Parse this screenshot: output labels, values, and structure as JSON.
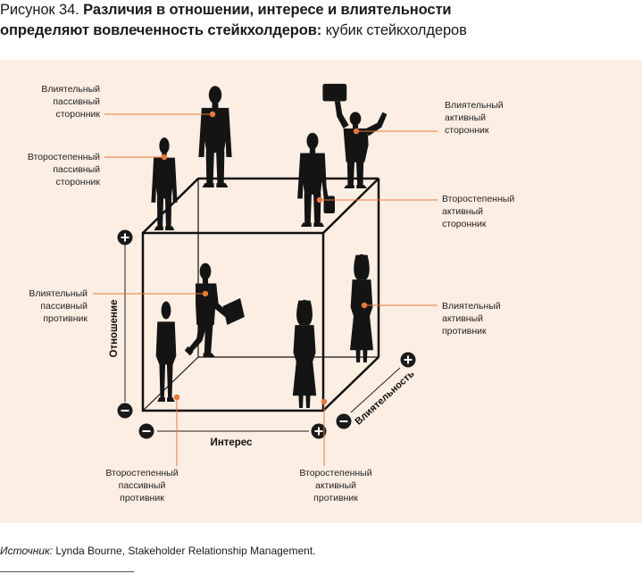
{
  "caption": {
    "prefix": "Рисунок 34. ",
    "bold": "Различия в отношении, интересе и влиятельности определяют вовлеченность стейкхолдеров:",
    "rest": " кубик стейкхолдеров"
  },
  "axes": {
    "attitude": "Отношение",
    "interest": "Интерес",
    "influence": "Влиятельность",
    "plus": "+",
    "minus": "−"
  },
  "labels": {
    "infl_passive_supporter": [
      "Влиятельный",
      "пассивный",
      "сторонник"
    ],
    "sec_passive_supporter": [
      "Второстепенный",
      "пассивный",
      "сторонник"
    ],
    "infl_active_supporter": [
      "Влиятельный",
      "активный",
      "сторонник"
    ],
    "sec_active_supporter": [
      "Второстепенный",
      "активный",
      "сторонник"
    ],
    "infl_passive_opponent": [
      "Влиятельный",
      "пассивный",
      "противник"
    ],
    "infl_active_opponent": [
      "Влиятельный",
      "активный",
      "противник"
    ],
    "sec_passive_opponent": [
      "Второстепенный",
      "пассивный",
      "противник"
    ],
    "sec_active_opponent": [
      "Второстепенный",
      "активный",
      "противник"
    ]
  },
  "source": {
    "prefix": "Источник:",
    "text": " Lynda Bourne, Stakeholder Relationship Management."
  },
  "colors": {
    "accent": "#e8783a",
    "panel": "#fdeee3",
    "figure": "#141414"
  }
}
